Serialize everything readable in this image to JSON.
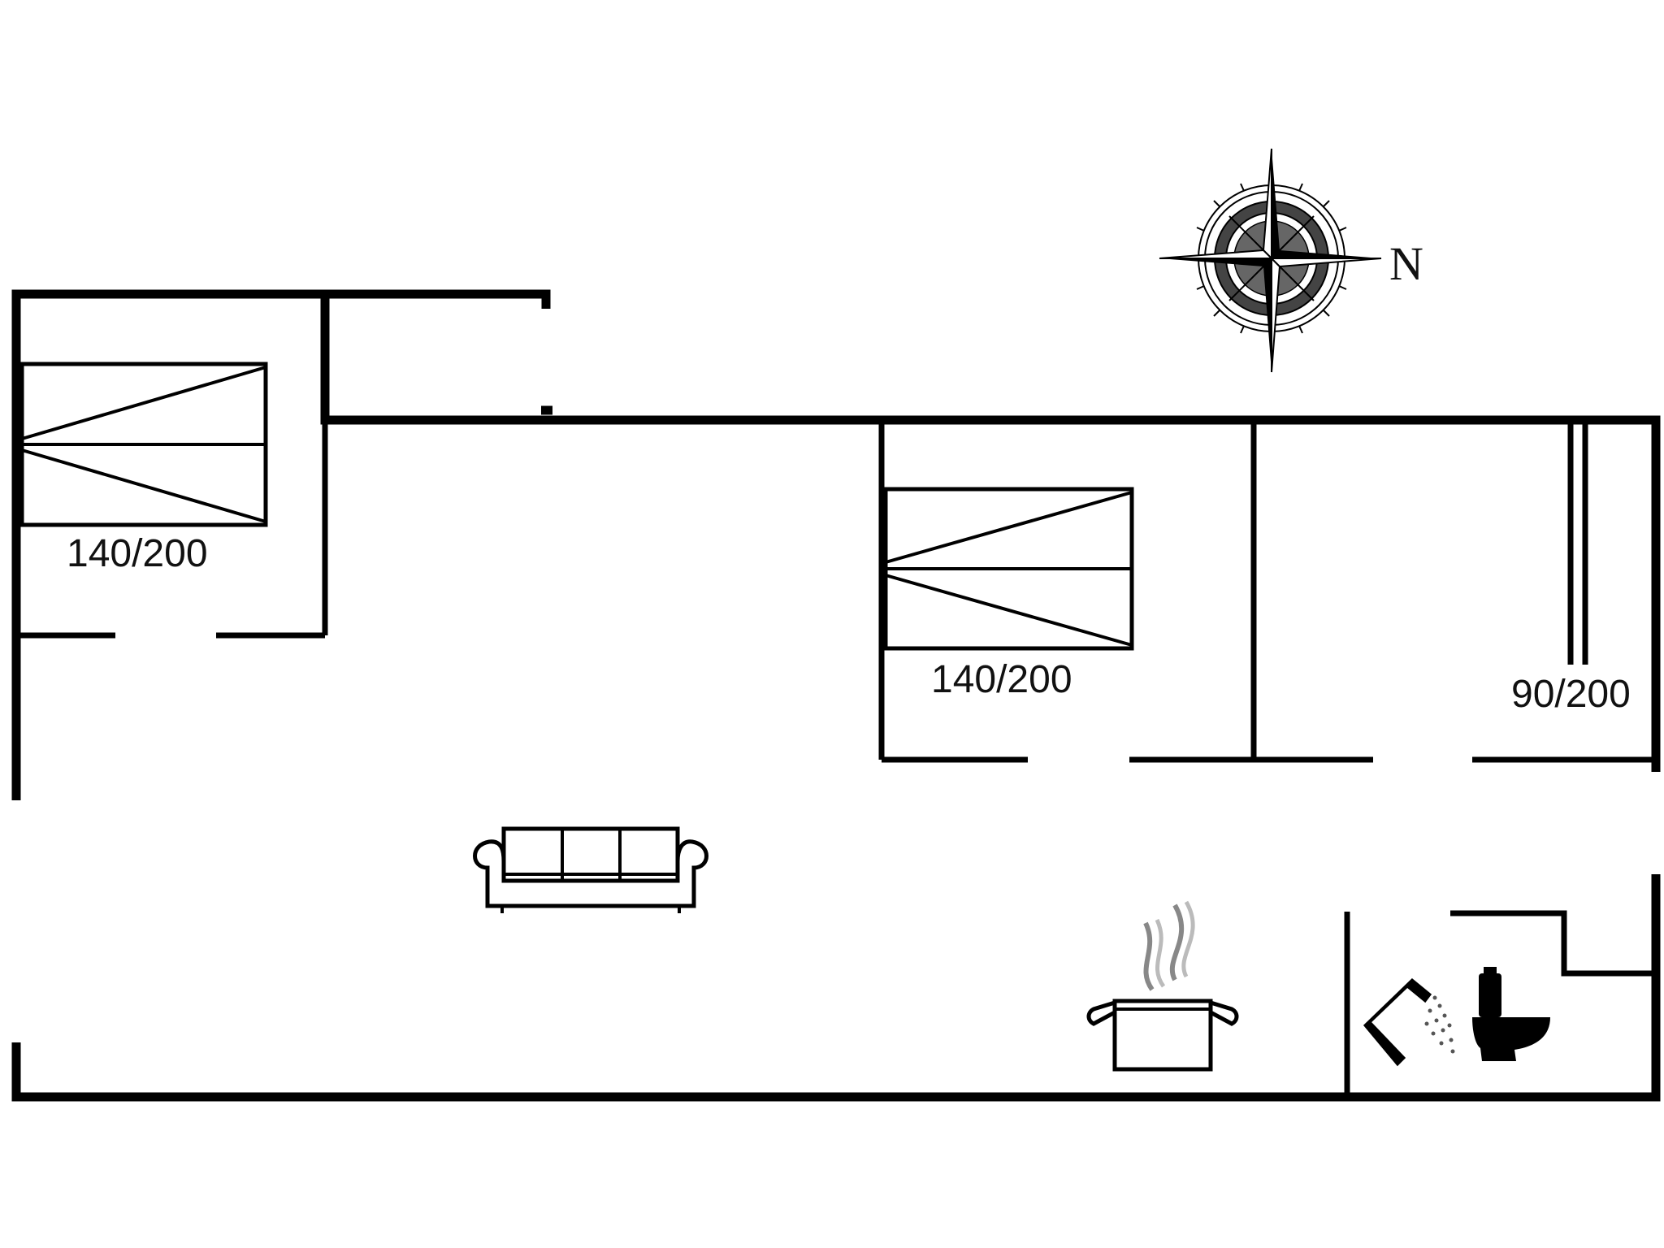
{
  "compass": {
    "north_label": "N",
    "icon": "compass-rose-icon"
  },
  "rooms": {
    "bedroom_1": {
      "bed_label": "140/200"
    },
    "bedroom_2": {
      "bed_label": "140/200"
    },
    "bedroom_3": {
      "bed_label": "90/200"
    }
  },
  "symbols": {
    "living": "sofa-icon",
    "kitchen": "cooking-pot-icon",
    "bathroom": [
      "shower-icon",
      "toilet-icon"
    ]
  }
}
